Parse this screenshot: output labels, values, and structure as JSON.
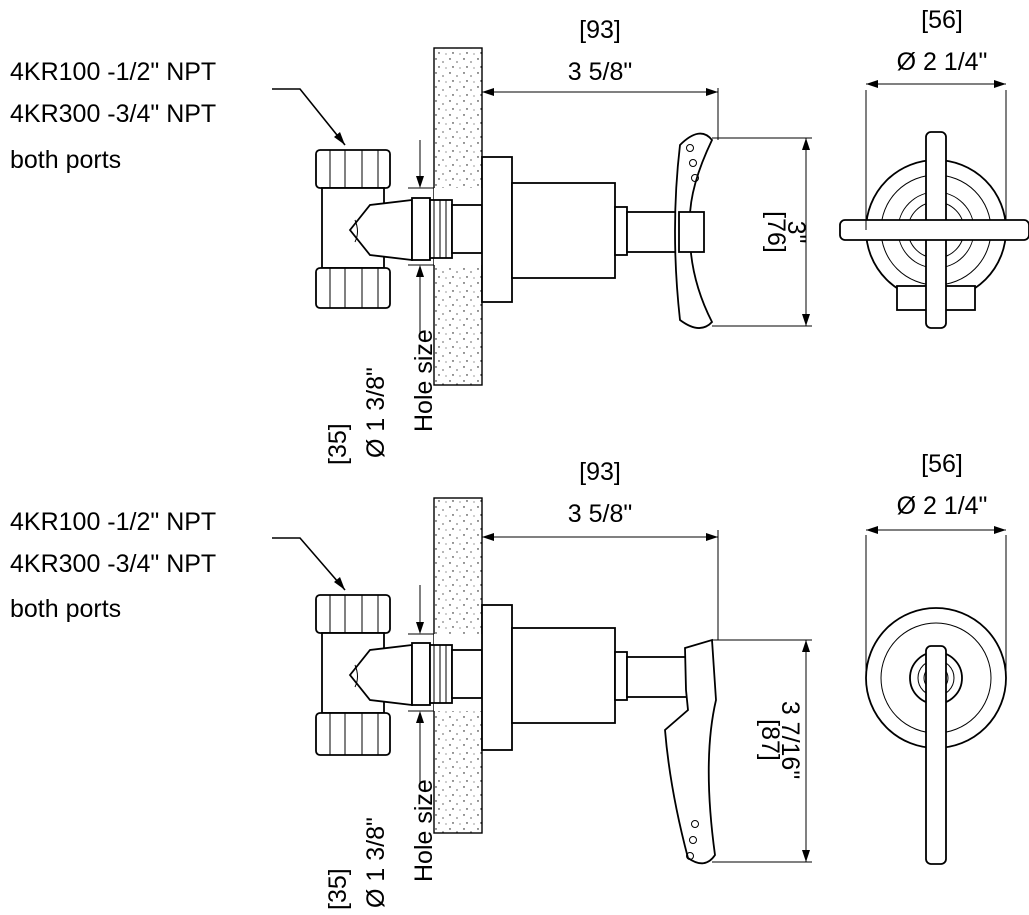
{
  "top_view": {
    "port_label": [
      "4KR100 -1/2\" NPT",
      "4KR300 -3/4\" NPT",
      "both ports"
    ],
    "length_mm": "[93]",
    "length_in": "3 5/8\"",
    "flange_mm": "[56]",
    "flange_in": "Ø 2 1/4\"",
    "handle_mm": "[76]",
    "handle_in": "3\"",
    "hole_label": "Hole size",
    "hole_in": "Ø 1 3/8\"",
    "hole_mm": "[35]"
  },
  "bottom_view": {
    "port_label": [
      "4KR100 -1/2\" NPT",
      "4KR300 -3/4\" NPT",
      "both ports"
    ],
    "length_mm": "[93]",
    "length_in": "3 5/8\"",
    "flange_mm": "[56]",
    "flange_in": "Ø 2 1/4\"",
    "handle_mm": "[87]",
    "handle_in": "3 7/16\"",
    "hole_label": "Hole size",
    "hole_in": "Ø 1 3/8\"",
    "hole_mm": "[35]"
  }
}
